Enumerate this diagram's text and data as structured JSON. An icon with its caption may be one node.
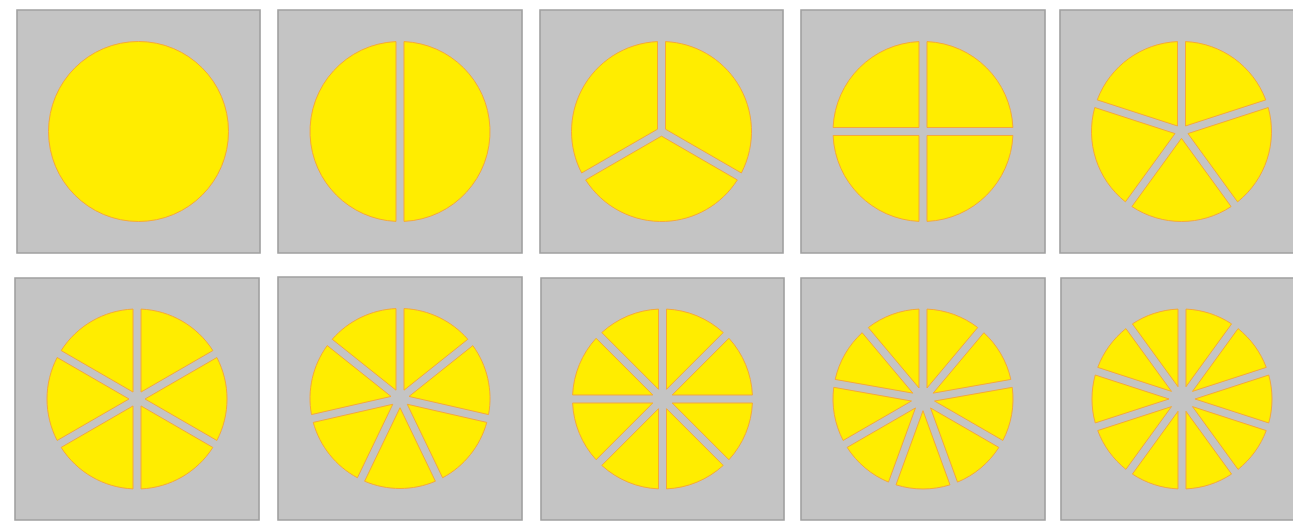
{
  "diagram": {
    "nodes": [
      {
        "text": [],
        "shape": "box"
      },
      {
        "text": [],
        "shape": "circle",
        "in": 0
      },
      {
        "text": [],
        "shape": "box"
      },
      {
        "text": [],
        "shape": "wedge",
        "in": 2
      },
      {
        "text": [],
        "shape": "wedge",
        "in": 2
      },
      {
        "text": [],
        "shape": "box"
      },
      {
        "text": [],
        "shape": "wedge",
        "in": 5
      },
      {
        "text": [],
        "shape": "wedge",
        "in": 5
      },
      {
        "text": [],
        "shape": "wedge",
        "in": 5
      },
      {
        "text": [],
        "shape": "box"
      },
      {
        "text": [],
        "shape": "wedge",
        "in": 9
      },
      {
        "text": [],
        "shape": "wedge",
        "in": 9
      },
      {
        "text": [],
        "shape": "wedge",
        "in": 9
      },
      {
        "text": [],
        "shape": "wedge",
        "in": 9
      },
      {
        "text": [],
        "shape": "box"
      },
      {
        "text": [],
        "shape": "wedge",
        "in": 14
      },
      {
        "text": [],
        "shape": "wedge",
        "in": 14
      },
      {
        "text": [],
        "shape": "wedge",
        "in": 14
      },
      {
        "text": [],
        "shape": "wedge",
        "in": 14
      },
      {
        "text": [],
        "shape": "wedge",
        "in": 14
      },
      {
        "text": [],
        "shape": "box"
      },
      {
        "text": [],
        "shape": "wedge",
        "in": 20
      },
      {
        "text": [],
        "shape": "wedge",
        "in": 20
      },
      {
        "text": [],
        "shape": "wedge",
        "in": 20
      },
      {
        "text": [],
        "shape": "wedge",
        "in": 20
      },
      {
        "text": [],
        "shape": "wedge",
        "in": 20
      },
      {
        "text": [],
        "shape": "wedge",
        "in": 20
      },
      {
        "text": [],
        "shape": "box"
      },
      {
        "text": [],
        "shape": "wedge",
        "in": 27
      },
      {
        "text": [],
        "shape": "wedge",
        "in": 27
      },
      {
        "text": [],
        "shape": "wedge",
        "in": 27
      },
      {
        "text": [],
        "shape": "wedge",
        "in": 27
      },
      {
        "text": [],
        "shape": "wedge",
        "in": 27
      },
      {
        "text": [],
        "shape": "wedge",
        "in": 27
      },
      {
        "text": [],
        "shape": "wedge",
        "in": 27
      },
      {
        "text": [],
        "shape": "box"
      },
      {
        "text": [],
        "shape": "wedge",
        "in": 35
      },
      {
        "text": [],
        "shape": "wedge",
        "in": 35
      },
      {
        "text": [],
        "shape": "wedge",
        "in": 35
      },
      {
        "text": [],
        "shape": "wedge",
        "in": 35
      },
      {
        "text": [],
        "shape": "wedge",
        "in": 35
      },
      {
        "text": [],
        "shape": "wedge",
        "in": 35
      },
      {
        "text": [],
        "shape": "wedge",
        "in": 35
      },
      {
        "text": [],
        "shape": "wedge",
        "in": 35
      },
      {
        "text": [],
        "shape": "box"
      },
      {
        "text": [],
        "shape": "wedge",
        "in": 44
      },
      {
        "text": [],
        "shape": "wedge",
        "in": 44
      },
      {
        "text": [],
        "shape": "wedge",
        "in": 44
      },
      {
        "text": [],
        "shape": "wedge",
        "in": 44
      },
      {
        "text": [],
        "shape": "wedge",
        "in": 44
      },
      {
        "text": [],
        "shape": "wedge",
        "in": 44
      },
      {
        "text": [],
        "shape": "wedge",
        "in": 44
      },
      {
        "text": [],
        "shape": "wedge",
        "in": 44
      },
      {
        "text": [],
        "shape": "wedge",
        "in": 44
      },
      {
        "text": [],
        "shape": "box"
      },
      {
        "text": [],
        "shape": "wedge",
        "in": 54
      },
      {
        "text": [],
        "shape": "wedge",
        "in": 54
      },
      {
        "text": [],
        "shape": "wedge",
        "in": 54
      },
      {
        "text": [],
        "shape": "wedge",
        "in": 54
      },
      {
        "text": [],
        "shape": "wedge",
        "in": 54
      },
      {
        "text": [],
        "shape": "wedge",
        "in": 54
      },
      {
        "text": [],
        "shape": "wedge",
        "in": 54
      },
      {
        "text": [],
        "shape": "wedge",
        "in": 54
      },
      {
        "text": [],
        "shape": "wedge",
        "in": 54
      },
      {
        "text": [],
        "shape": "wedge",
        "in": 54
      }
    ]
  }
}
